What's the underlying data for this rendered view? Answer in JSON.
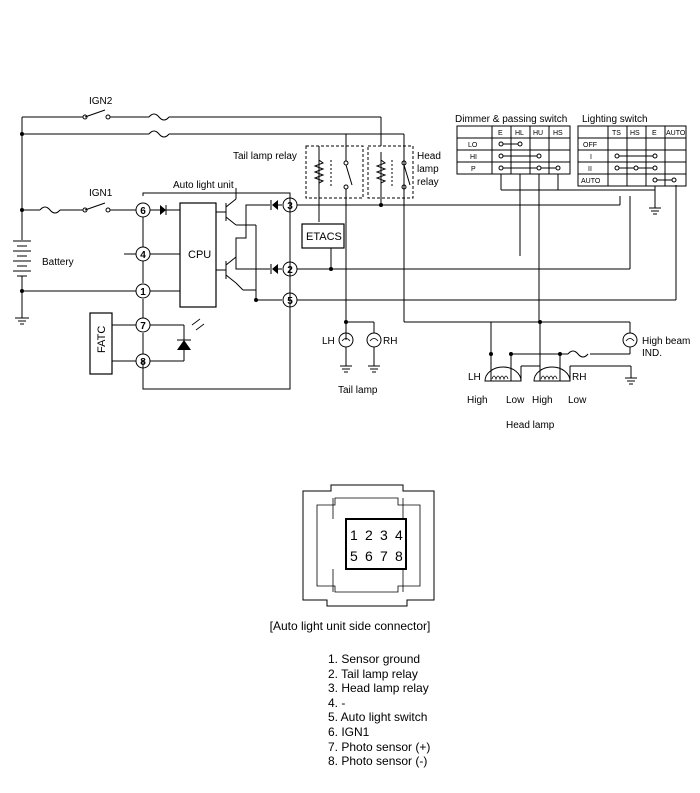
{
  "labels": {
    "ign2": "IGN2",
    "ign1": "IGN1",
    "battery": "Battery",
    "auto_light_unit": "Auto light unit",
    "cpu": "CPU",
    "fatc": "FATC",
    "tail_lamp_relay": "Tail lamp relay",
    "head_lamp_relay": [
      "Head",
      "lamp",
      "relay"
    ],
    "etacs": "ETACS",
    "tail_lh": "LH",
    "tail_rh": "RH",
    "tail_lamp": "Tail lamp",
    "head_lh": "LH",
    "head_rh": "RH",
    "head_lamp": "Head lamp",
    "high_beam_ind": [
      "High beam",
      "IND."
    ],
    "lamp_levels": [
      "High",
      "Low",
      "High",
      "Low"
    ]
  },
  "unit_pins": [
    "6",
    "4",
    "1",
    "7",
    "8",
    "3",
    "2",
    "5"
  ],
  "dimmer_switch": {
    "title": "Dimmer & passing switch",
    "columns": [
      "E",
      "HL",
      "HU",
      "HS"
    ],
    "rows": [
      "LO",
      "HI",
      "P"
    ]
  },
  "lighting_switch": {
    "title": "Lighting switch",
    "columns": [
      "TS",
      "HS",
      "E",
      "AUTO"
    ],
    "rows": [
      "OFF",
      "I",
      "II",
      "AUTO"
    ]
  },
  "connector": {
    "pins_top": [
      "1",
      "2",
      "3",
      "4"
    ],
    "pins_bottom": [
      "5",
      "6",
      "7",
      "8"
    ],
    "caption": "[Auto light unit side connector]"
  },
  "pin_list": [
    "1. Sensor ground",
    "2. Tail lamp relay",
    "3. Head lamp relay",
    "4. -",
    "5. Auto light switch",
    "6. IGN1",
    "7. Photo sensor (+)",
    "8. Photo sensor (-)"
  ]
}
